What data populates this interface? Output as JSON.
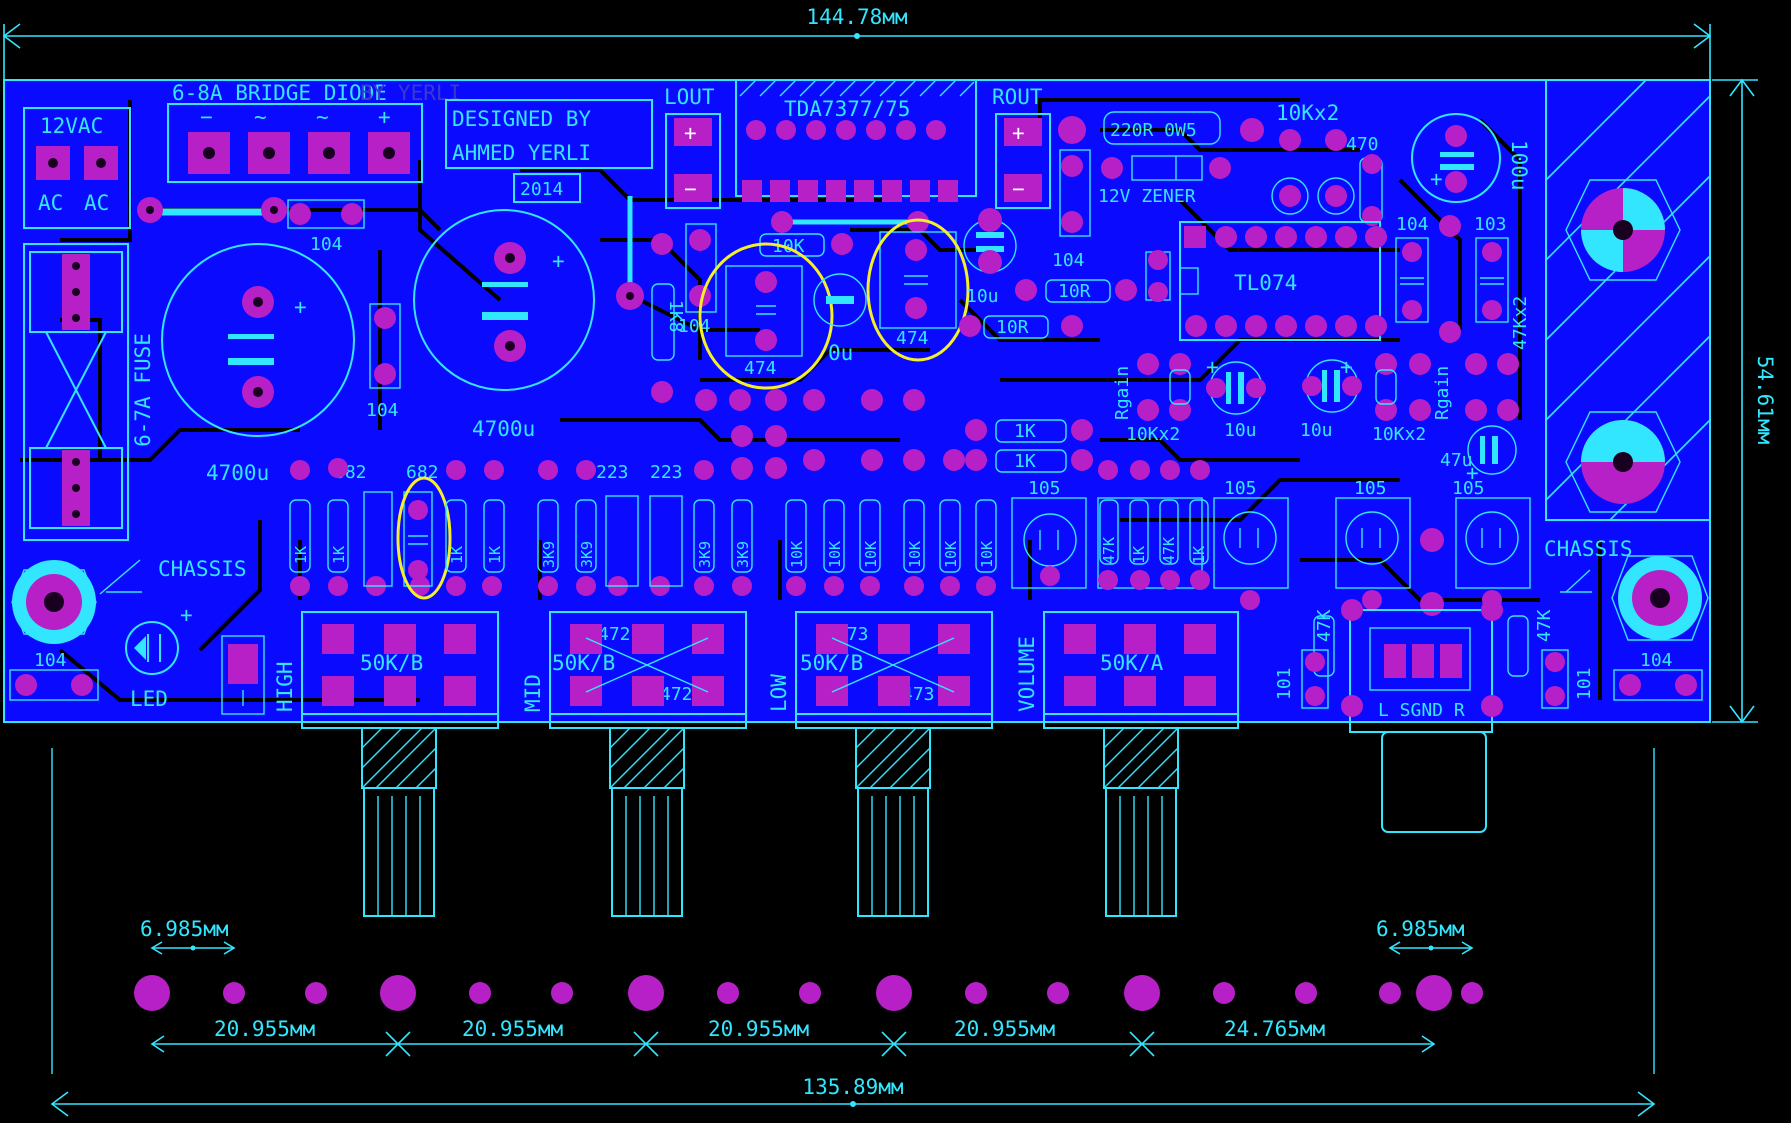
{
  "dimensions": {
    "width": "144.78мм",
    "height": "54.61мм",
    "spacing_left": "6.985мм",
    "spacing_right": "6.985мм",
    "seg1": "20.955мм",
    "seg2": "20.955мм",
    "seg3": "20.955мм",
    "seg4": "20.955мм",
    "seg5": "24.765мм",
    "total": "135.89мм"
  },
  "credits": {
    "line1": "DESIGNED BY",
    "line2": "AHMED YERLI",
    "year": "2014",
    "mirrored": "BY YERLI"
  },
  "labels": {
    "bridge": "6-8A BRIDGE DIODE",
    "minus": "−",
    "ac_sym1": "~",
    "ac_sym2": "~",
    "plus": "+",
    "vac": "12VAC",
    "ac1": "AC",
    "ac2": "AC",
    "fuse": "6-7A FUSE",
    "cap_104_a": "104",
    "cap_104_b": "104",
    "cap_104_c": "104",
    "cap_104_d": "104",
    "cap_104_e": "104",
    "cap_104_f": "104",
    "cap_103": "103",
    "cap_4700_a": "4700u",
    "cap_4700_b": "4700u",
    "chassis_left": "CHASSIS",
    "chassis_right": "CHASSIS",
    "led": "LED",
    "lout": "LOUT",
    "rout": "ROUT",
    "amp_ic": "TDA7377/75",
    "r_220": "220R 0W5",
    "zener": "12V ZENER",
    "r_10kx2_top": "10Kx2",
    "r_470": "470",
    "cap_100u": "100u",
    "r_10k": "10K",
    "r_1k8": "1K8",
    "cap_474_a": "474",
    "cap_474_b": "474",
    "cap_10u_a": "10u",
    "cap_10u_b": "0u",
    "r_10r_a": "10R",
    "r_10r_b": "10R",
    "opamp": "TL074",
    "rgain_l": "Rgain",
    "rgain_r": "Rgain",
    "r_47kx2": "47Kx2",
    "r_10kx2_l": "10Kx2",
    "r_10kx2_r": "10Kx2",
    "cap_10u_c": "10u",
    "cap_10u_d": "10u",
    "cap_47u": "47u",
    "r_1k_a": "1K",
    "r_1k_b": "1K",
    "cap_682_a": "682",
    "cap_682_b": "682",
    "cap_223_a": "223",
    "cap_223_b": "223",
    "cap_105_a": "105",
    "cap_105_b": "105",
    "cap_105_c": "105",
    "cap_105_d": "105",
    "r_1k": "1K",
    "r_3k9": "3K9",
    "r_10k_v": "10K",
    "r_47k": "47K",
    "pot_high_name": "HIGH",
    "pot_mid_name": "MID",
    "pot_low_name": "LOW",
    "pot_vol_name": "VOLUME",
    "pot_high_val": "50K/B",
    "pot_mid_val": "50K/B",
    "pot_low_val": "50K/B",
    "pot_vol_val": "50K/A",
    "cap_472_a": "472",
    "cap_472_b": "472",
    "cap_473_a": "473",
    "cap_473_b": "473",
    "cap_101_a": "101",
    "cap_101_b": "101",
    "r_47k_l": "47K",
    "r_47k_r": "47K",
    "jack": "L SGND R"
  },
  "colors": {
    "board": "#0a0aff",
    "silkscreen": "#33e6ff",
    "pads": "#b620c6",
    "highlight": "#f3f02a",
    "background": "#000000"
  }
}
